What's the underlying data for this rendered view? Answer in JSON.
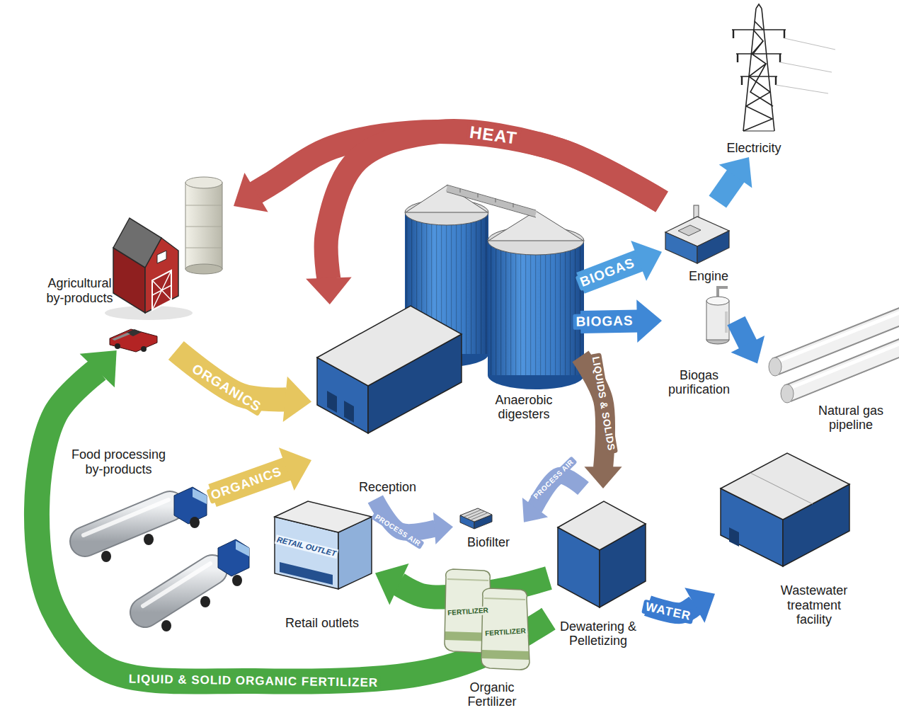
{
  "diagram": {
    "nodes": [
      {
        "text": [
          "Agricultural by-products"
        ]
      },
      {
        "text": [
          "Electricity"
        ]
      },
      {
        "text": [
          "Engine"
        ]
      },
      {
        "text": [
          "Anaerobic digesters"
        ]
      },
      {
        "text": [
          "Biogas purification"
        ]
      },
      {
        "text": [
          "Natural gas pipeline"
        ]
      },
      {
        "text": [
          "Food processing by-products"
        ]
      },
      {
        "text": [
          "Reception"
        ]
      },
      {
        "text": [
          "Biofilter"
        ]
      },
      {
        "text": [
          "Retail outlets"
        ]
      },
      {
        "text": [
          "Dewatering & Pelletizing"
        ]
      },
      {
        "text": [
          "Wastewater treatment facility"
        ]
      },
      {
        "text": [
          "Organic Fertilizer"
        ]
      }
    ],
    "edges": [
      {
        "from": 2,
        "to": 0,
        "label": "HEAT",
        "arrow": "to"
      },
      {
        "from": 2,
        "to": 7,
        "arrow": "to"
      },
      {
        "from": 3,
        "to": 2,
        "label": "BIOGAS",
        "arrow": "to"
      },
      {
        "from": 2,
        "to": 1,
        "arrow": "to"
      },
      {
        "from": 3,
        "to": 4,
        "label": "BIOGAS",
        "arrow": "to"
      },
      {
        "from": 4,
        "to": 5,
        "arrow": "to"
      },
      {
        "from": 0,
        "to": 7,
        "label": "ORGANICS",
        "arrow": "to"
      },
      {
        "from": 6,
        "to": 7,
        "label": "ORGANICS",
        "arrow": "to"
      },
      {
        "from": 3,
        "to": 10,
        "label": "LIQUIDS & SOLIDS",
        "arrow": "to"
      },
      {
        "from": 7,
        "to": 8,
        "label": "PROCESS AIR",
        "arrow": "to"
      },
      {
        "from": 10,
        "to": 8,
        "label": "PROCESS AIR",
        "arrow": "to"
      },
      {
        "from": 10,
        "to": 11,
        "label": "WATER",
        "arrow": "to"
      },
      {
        "from": 10,
        "to": 9,
        "arrow": "to"
      },
      {
        "from": 10,
        "to": 0,
        "label": "LIQUID & SOLID ORGANIC FERTILIZER",
        "arrow": "to"
      }
    ],
    "labels": [
      "RETAIL OUTLET",
      "FERTILIZER",
      "FERTILIZER"
    ]
  }
}
